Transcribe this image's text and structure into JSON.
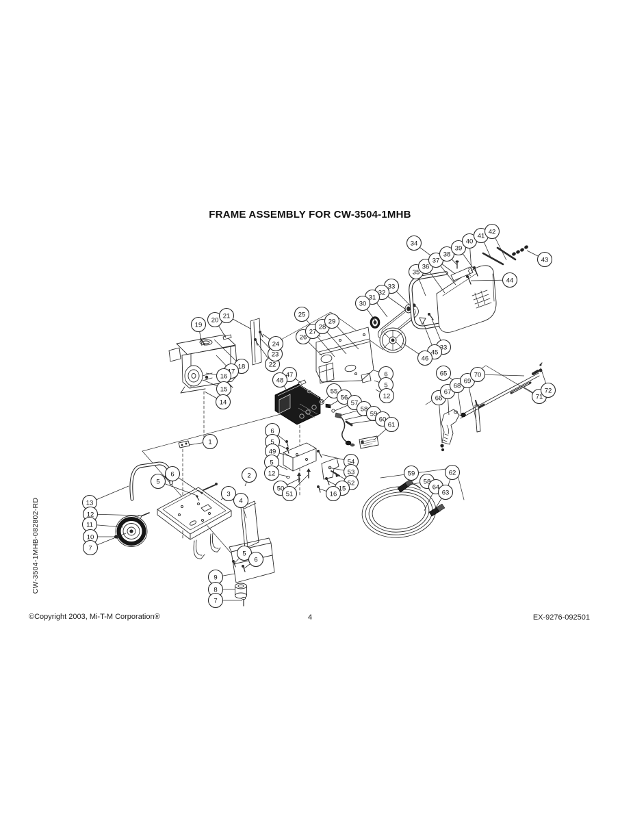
{
  "page": {
    "title": "FRAME ASSEMBLY FOR CW-3504-1MHB",
    "side_label": "CW-3504-1MHB-082802-RD",
    "footer_left": "©Copyright  2003, Mi-T-M Corporation®",
    "page_number": "4",
    "footer_right": "EX-9276-092501"
  },
  "colors": {
    "ink": "#2b2b2b",
    "paper": "#ffffff"
  },
  "diagram": {
    "description": "Exploded parts diagram with numbered callout balloons",
    "callouts": [
      [
        "34",
        605,
        355,
        665,
        400
      ],
      [
        "35",
        608,
        397,
        622,
        432
      ],
      [
        "36",
        622,
        389,
        650,
        428
      ],
      [
        "37",
        637,
        380,
        666,
        416
      ],
      [
        "38",
        653,
        371,
        668,
        387
      ],
      [
        "39",
        670,
        362,
        696,
        398
      ],
      [
        "40",
        686,
        352,
        689,
        396
      ],
      [
        "41",
        703,
        344,
        718,
        378
      ],
      [
        "42",
        719,
        338,
        740,
        380
      ],
      [
        "43",
        796,
        379,
        770,
        366
      ],
      [
        "44",
        745,
        409,
        688,
        410
      ],
      [
        "33",
        572,
        418,
        600,
        447
      ],
      [
        "32",
        558,
        427,
        593,
        452
      ],
      [
        "31",
        544,
        434,
        566,
        463
      ],
      [
        "30",
        530,
        443,
        548,
        468
      ],
      [
        "33",
        648,
        507,
        631,
        466
      ],
      [
        "45",
        635,
        514,
        618,
        470
      ],
      [
        "46",
        621,
        523,
        588,
        501
      ],
      [
        "19",
        290,
        474,
        295,
        505
      ],
      [
        "20",
        314,
        467,
        330,
        493
      ],
      [
        "21",
        331,
        461,
        366,
        480
      ],
      [
        "22",
        398,
        532,
        375,
        500
      ],
      [
        "23",
        402,
        517,
        380,
        494
      ],
      [
        "24",
        403,
        502,
        384,
        488
      ],
      [
        "18",
        353,
        535,
        313,
        496
      ],
      [
        "17",
        338,
        542,
        316,
        519
      ],
      [
        "16",
        327,
        549,
        301,
        545
      ],
      [
        "15",
        327,
        568,
        299,
        556
      ],
      [
        "14",
        326,
        587,
        299,
        572
      ],
      [
        "25",
        441,
        459,
        468,
        492
      ],
      [
        "26",
        443,
        492,
        470,
        519
      ],
      [
        "27",
        457,
        484,
        489,
        521
      ],
      [
        "28",
        471,
        477,
        506,
        517
      ],
      [
        "29",
        485,
        469,
        524,
        510
      ],
      [
        "6",
        564,
        546,
        546,
        541
      ],
      [
        "5",
        564,
        562,
        547,
        556
      ],
      [
        "12",
        565,
        578,
        549,
        569
      ],
      [
        "47",
        423,
        547,
        441,
        560
      ],
      [
        "48",
        409,
        555,
        421,
        573
      ],
      [
        "55",
        488,
        571,
        472,
        587
      ],
      [
        "56",
        503,
        580,
        481,
        593
      ],
      [
        "57",
        518,
        588,
        489,
        600
      ],
      [
        "58",
        532,
        597,
        497,
        607
      ],
      [
        "59",
        546,
        604,
        504,
        613
      ],
      [
        "60",
        559,
        612,
        511,
        619
      ],
      [
        "61",
        572,
        620,
        546,
        643
      ],
      [
        "65",
        648,
        545,
        663,
        556
      ],
      [
        "66",
        641,
        581,
        646,
        647
      ],
      [
        "67",
        654,
        572,
        656,
        606
      ],
      [
        "68",
        668,
        563,
        674,
        606
      ],
      [
        "69",
        683,
        556,
        696,
        615
      ],
      [
        "70",
        698,
        547,
        766,
        549
      ],
      [
        "71",
        788,
        579,
        766,
        566
      ],
      [
        "72",
        801,
        570,
        790,
        537
      ],
      [
        "6",
        398,
        629,
        419,
        646
      ],
      [
        "5",
        398,
        645,
        420,
        656
      ],
      [
        "49",
        398,
        659,
        426,
        667
      ],
      [
        "5",
        397,
        675,
        420,
        686
      ],
      [
        "12",
        397,
        691,
        421,
        696
      ],
      [
        "50",
        410,
        713,
        436,
        700
      ],
      [
        "51",
        423,
        721,
        450,
        694
      ],
      [
        "54",
        513,
        674,
        470,
        664
      ],
      [
        "53",
        513,
        689,
        480,
        683
      ],
      [
        "52",
        513,
        705,
        492,
        693
      ],
      [
        "15",
        500,
        713,
        480,
        703
      ],
      [
        "16",
        487,
        721,
        467,
        714
      ],
      [
        "1",
        307,
        645,
        276,
        650
      ],
      [
        "2",
        364,
        694,
        358,
        710
      ],
      [
        "3",
        334,
        721,
        323,
        730
      ],
      [
        "4",
        352,
        731,
        360,
        757
      ],
      [
        "13",
        131,
        734,
        188,
        710
      ],
      [
        "12",
        132,
        751,
        205,
        753
      ],
      [
        "11",
        131,
        766,
        180,
        770
      ],
      [
        "10",
        132,
        784,
        172,
        784
      ],
      [
        "7",
        132,
        800,
        184,
        779
      ],
      [
        "5",
        231,
        703,
        288,
        724
      ],
      [
        "6",
        252,
        692,
        294,
        720
      ],
      [
        "5",
        357,
        808,
        342,
        823
      ],
      [
        "6",
        374,
        817,
        356,
        831
      ],
      [
        "9",
        315,
        843,
        343,
        838
      ],
      [
        "8",
        315,
        861,
        344,
        861
      ],
      [
        "7",
        315,
        877,
        354,
        877
      ],
      [
        "59",
        601,
        691,
        602,
        701
      ],
      [
        "62",
        661,
        690,
        655,
        709
      ],
      [
        "58",
        624,
        703,
        594,
        709
      ],
      [
        "64",
        637,
        711,
        620,
        746
      ],
      [
        "63",
        651,
        719,
        634,
        746
      ]
    ]
  }
}
